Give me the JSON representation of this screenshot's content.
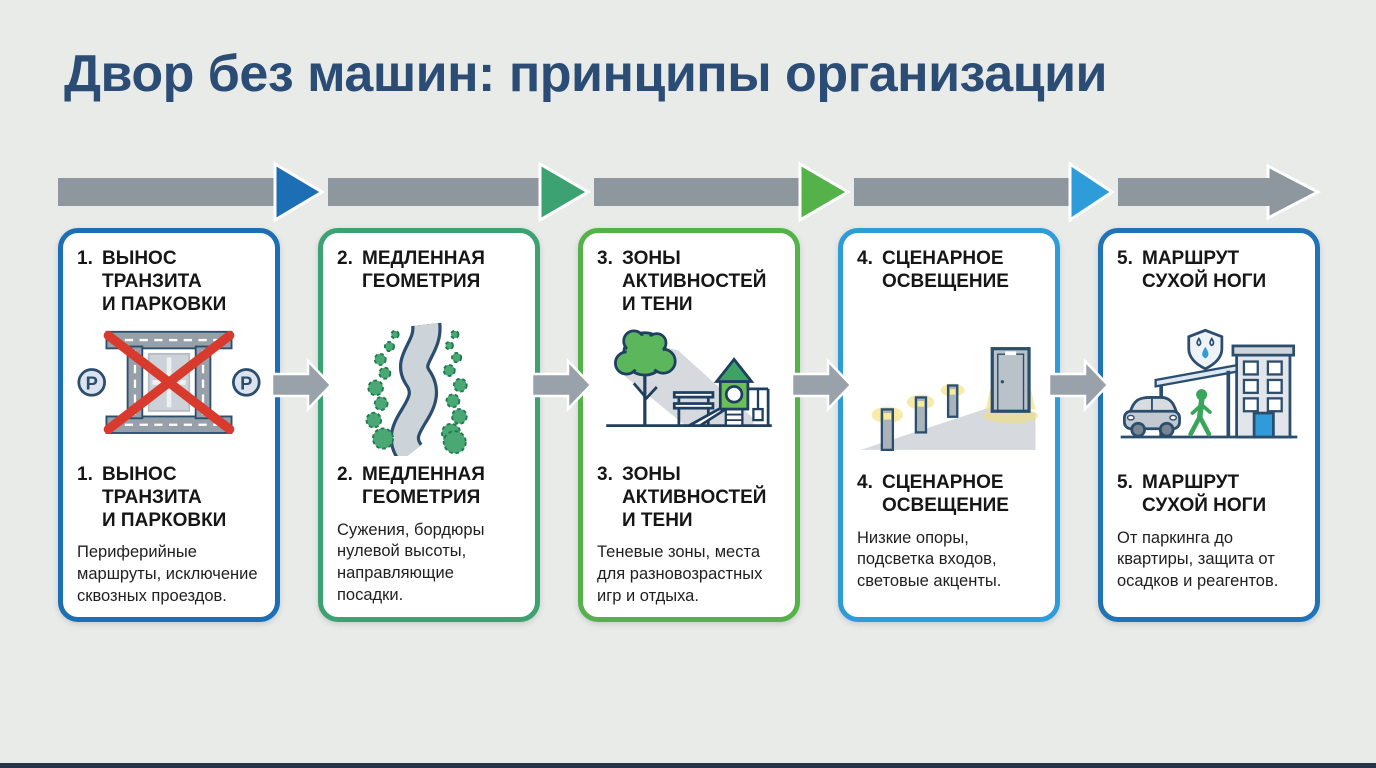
{
  "title": "Двор без машин: принципы организации",
  "colors": {
    "bg": "#e9ebe9",
    "title": "#2b4c74",
    "band-gray": "#8e969e",
    "arrow-gray": "#99a2aa",
    "chevron-1": "#1d6fb5",
    "chevron-2": "#3da271",
    "chevron-3": "#55b14a",
    "chevron-4": "#2e9cd9",
    "card-1": "#1d6fb5",
    "card-2": "#3da271",
    "card-3": "#55b14a",
    "card-4": "#2e9cd9",
    "card-5": "#2173b8",
    "footer": "#24344a",
    "icon-navy": "#2b4d6e",
    "icon-red": "#d83a2e",
    "icon-green": "#4aa874",
    "icon-yellow": "#f6e48c"
  },
  "icons": {
    "parking_letter": "P"
  },
  "cards": [
    {
      "number": "1.",
      "icon": "no-transit-parking-icon",
      "title_top": "ВЫНОС\nТРАНЗИТА\nИ ПАРКОВКИ",
      "title_bottom": "ВЫНОС ТРАНЗИТА\nИ ПАРКОВКИ",
      "description": "Периферийные маршруты, исключение сквозных проездов."
    },
    {
      "number": "2.",
      "icon": "winding-path-icon",
      "title_top": "МЕДЛЕННАЯ\nГЕОМЕТРИЯ",
      "title_bottom": "МЕДЛЕННАЯ\nГЕОМЕТРИЯ",
      "description": "Сужения, бордюры нулевой высоты, направляющие посадки."
    },
    {
      "number": "3.",
      "icon": "activity-shade-zones-icon",
      "title_top": "ЗОНЫ\nАКТИВНОСТЕЙ\nИ ТЕНИ",
      "title_bottom": "ЗОНЫ\nАКТИВНОСТЕЙ\nИ ТЕНИ",
      "description": "Теневые зоны, места для разновозрастных игр и отдыха."
    },
    {
      "number": "4.",
      "icon": "scenario-lighting-icon",
      "title_top": "СЦЕНАРНОЕ\nОСВЕЩЕНИЕ",
      "title_bottom": "СЦЕНАРНОЕ\nОСВЕЩЕНИЕ",
      "description": "Низкие опоры, подсветка входов, световые акценты."
    },
    {
      "number": "5.",
      "icon": "dry-feet-route-icon",
      "title_top": "МАРШРУТ\nСУХОЙ НОГИ",
      "title_bottom": "МАРШРУТ\nСУХОЙ НОГИ",
      "description": "От паркинга до квартиры, защита от осадков и реагентов."
    }
  ]
}
